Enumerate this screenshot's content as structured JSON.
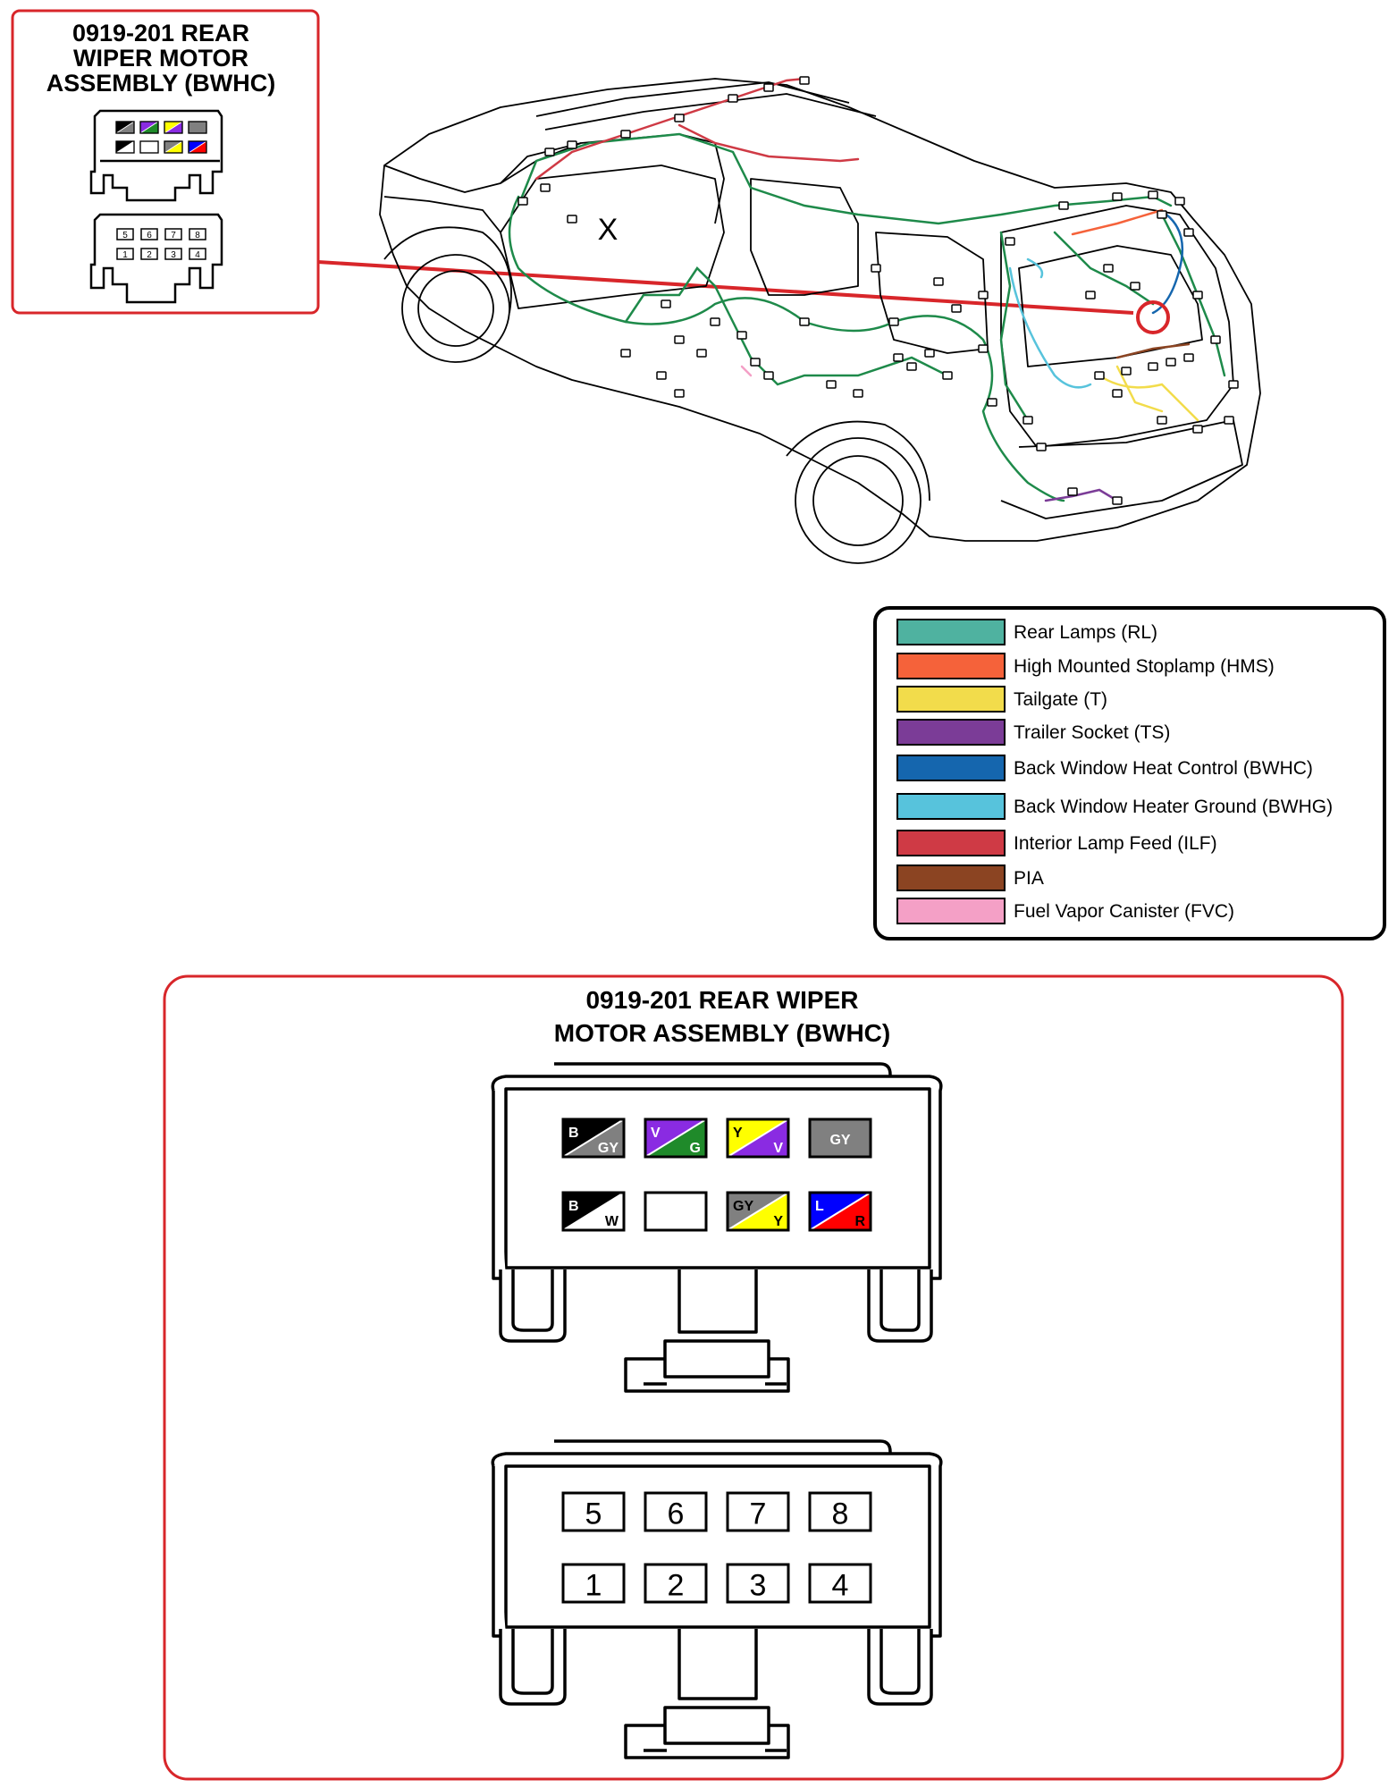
{
  "inset": {
    "title_lines": [
      "0919-201 REAR",
      "WIPER MOTOR",
      "ASSEMBLY (BWHC)"
    ]
  },
  "vehicle": {
    "marker": "X"
  },
  "legend": {
    "items": [
      {
        "label": "Rear Lamps (RL)",
        "color": "#4fb2a0"
      },
      {
        "label": "High Mounted Stoplamp (HMS)",
        "color": "#f5623a"
      },
      {
        "label": "Tailgate (T)",
        "color": "#f2dc4b"
      },
      {
        "label": "Trailer Socket  (TS)",
        "color": "#7b3c97"
      },
      {
        "label": "Back Window Heat Control (BWHC)",
        "color": "#1566ae"
      },
      {
        "label": "Back Window Heater Ground (BWHG)",
        "color": "#57c3dc"
      },
      {
        "label": "Interior Lamp Feed (ILF)",
        "color": "#cf3a45"
      },
      {
        "label": "PIA",
        "color": "#8b4422"
      },
      {
        "label": "Fuel Vapor Canister (FVC)",
        "color": "#f4a0c6"
      }
    ]
  },
  "detail": {
    "title_lines": [
      "0919-201 REAR WIPER",
      "MOTOR ASSEMBLY (BWHC)"
    ],
    "wire_colors": [
      {
        "a": "B",
        "b": "GY",
        "fill_a": "#000000",
        "fill_b": "#808080"
      },
      {
        "a": "V",
        "b": "G",
        "fill_a": "#8a2be2",
        "fill_b": "#1f8a2a"
      },
      {
        "a": "Y",
        "b": "V",
        "fill_a": "#ffff00",
        "fill_b": "#8a2be2"
      },
      {
        "a": "GY",
        "b": "",
        "fill_a": "#808080",
        "fill_b": "#808080"
      },
      {
        "a": "B",
        "b": "W",
        "fill_a": "#000000",
        "fill_b": "#ffffff"
      },
      {
        "a": "",
        "b": "",
        "fill_a": "#ffffff",
        "fill_b": "#ffffff"
      },
      {
        "a": "GY",
        "b": "Y",
        "fill_a": "#808080",
        "fill_b": "#ffff00"
      },
      {
        "a": "L",
        "b": "R",
        "fill_a": "#0000ff",
        "fill_b": "#ff0000"
      }
    ],
    "pin_numbers_top": [
      "5",
      "6",
      "7",
      "8"
    ],
    "pin_numbers_bottom": [
      "1",
      "2",
      "3",
      "4"
    ]
  }
}
